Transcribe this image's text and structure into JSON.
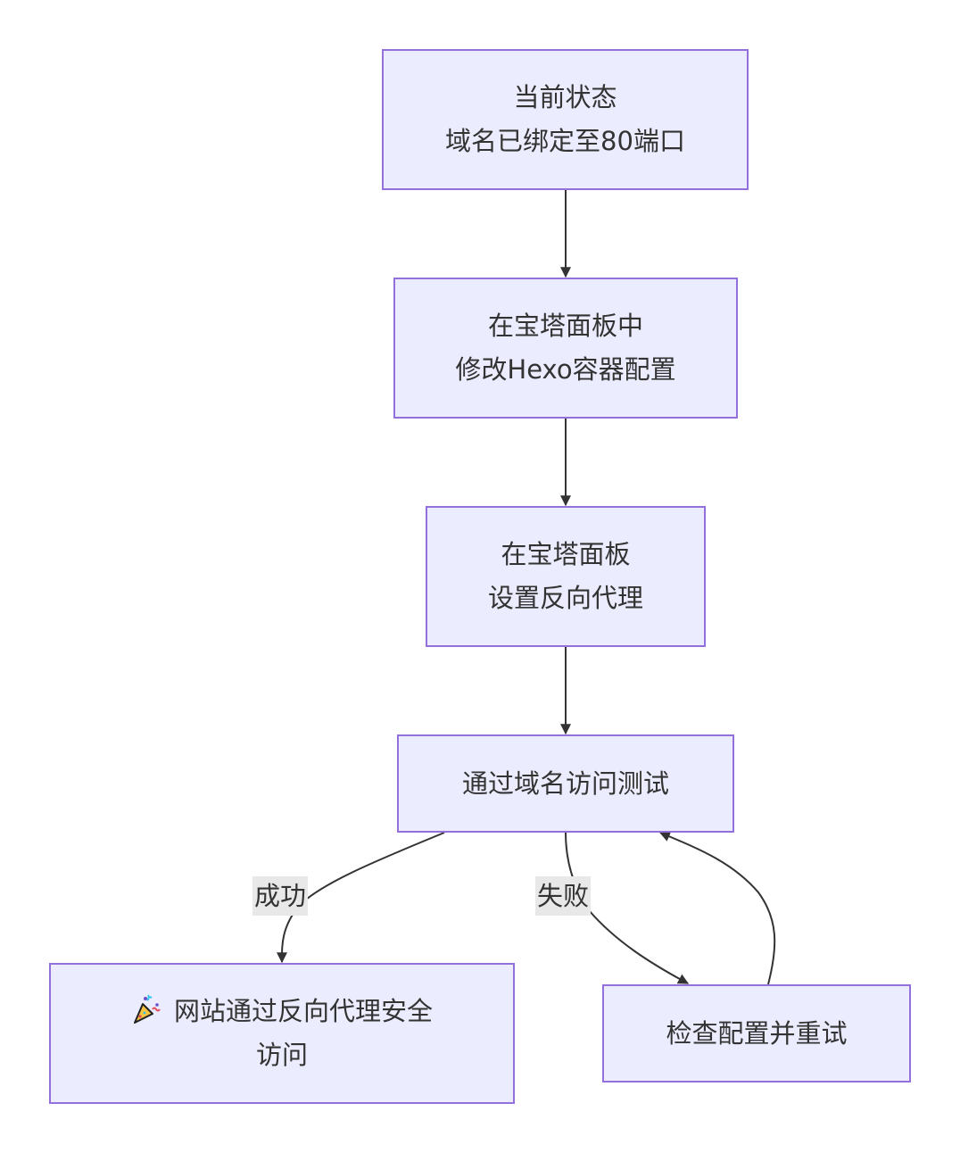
{
  "nodes": [
    {
      "id": "A",
      "lines": [
        "当前状态",
        "域名已绑定至80端口"
      ]
    },
    {
      "id": "B",
      "lines": [
        "在宝塔面板中",
        "修改Hexo容器配置"
      ]
    },
    {
      "id": "C",
      "lines": [
        "在宝塔面板",
        "设置反向代理"
      ]
    },
    {
      "id": "D",
      "lines": [
        "通过域名访问测试"
      ]
    },
    {
      "id": "E",
      "icon": "party-popper-icon",
      "lines": [
        "网站通过反向代理安全",
        "访问"
      ]
    },
    {
      "id": "F",
      "lines": [
        "检查配置并重试"
      ]
    }
  ],
  "edges": [
    {
      "from": "A",
      "to": "B",
      "label": ""
    },
    {
      "from": "B",
      "to": "C",
      "label": ""
    },
    {
      "from": "C",
      "to": "D",
      "label": ""
    },
    {
      "from": "D",
      "to": "E",
      "label": "成功"
    },
    {
      "from": "D",
      "to": "F",
      "label": "失败"
    },
    {
      "from": "F",
      "to": "D",
      "label": ""
    }
  ],
  "colors": {
    "node_fill": "#ececff",
    "node_border": "#9370db",
    "edge": "#333333",
    "label_bg": "#e8e8e8",
    "text": "#333333"
  }
}
